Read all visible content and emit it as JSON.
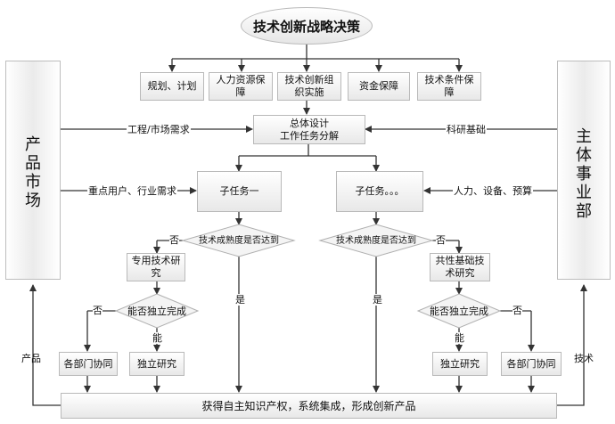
{
  "top": {
    "title": "技术创新战略决策"
  },
  "row1": [
    {
      "text": "规划、计划"
    },
    {
      "text": "人力资源保\n障"
    },
    {
      "text": "技术创新组\n织实施"
    },
    {
      "text": "资金保障"
    },
    {
      "text": "技术条件保\n障"
    }
  ],
  "center": {
    "text": "总体设计\n工作任务分解"
  },
  "left_side": {
    "text": "产\n品\n市\n场"
  },
  "right_side": {
    "text": "主\n体\n事\n业\n部"
  },
  "labels": {
    "eng_market": "工程/市场需求",
    "research_basis": "科研基础",
    "key_users": "重点用户、行业需求",
    "resources": "人力、设备、预算",
    "product": "产品",
    "technology": "技术"
  },
  "left_branch": {
    "subtask": "子任务一",
    "decision1": "技术成熟度是否达到",
    "no1": "否",
    "yes1": "是",
    "special": "专用技术研\n究",
    "decision2": "能否独立完成",
    "no2": "否",
    "can": "能",
    "collab": "各部门协同",
    "indep": "独立研究"
  },
  "right_branch": {
    "subtask": "子任务。。。",
    "decision1": "技术成熟度是否达到",
    "no1": "否",
    "yes1": "是",
    "common": "共性基础技\n术研究",
    "decision2": "能否独立完成",
    "no2": "否",
    "can": "能",
    "indep": "独立研究",
    "collab": "各部门协同"
  },
  "bottom": {
    "text": "获得自主知识产权，系统集成，形成创新产品"
  }
}
